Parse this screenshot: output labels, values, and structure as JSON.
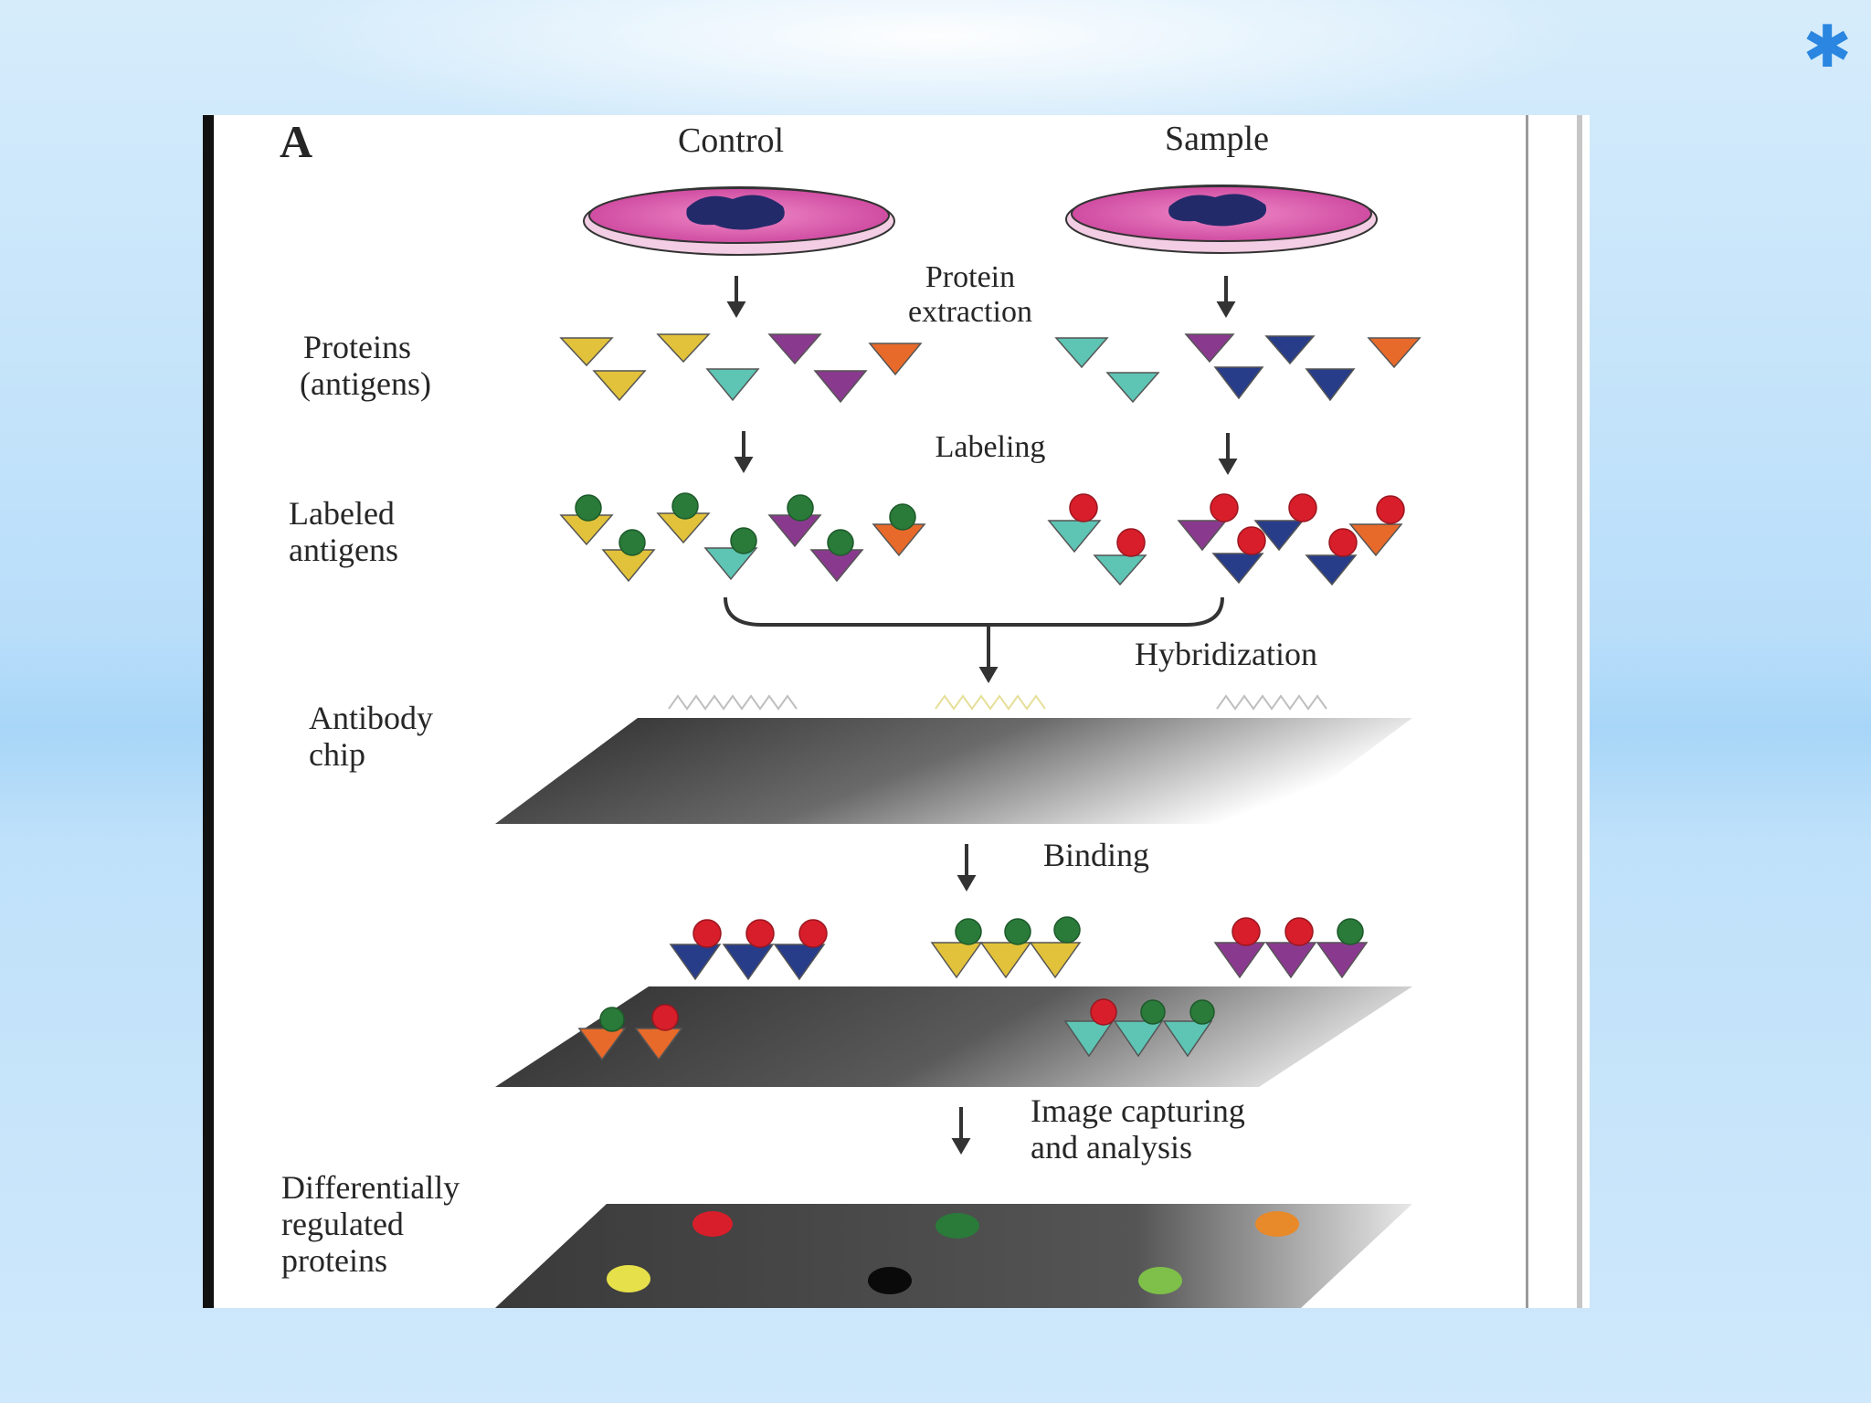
{
  "decor": {
    "corner_icon": "asterisk-icon",
    "corner_glyph": "✱",
    "accent": "#2a86e0"
  },
  "diagram": {
    "panel_letter": "A",
    "columns": {
      "control": "Control",
      "sample": "Sample"
    },
    "steps": {
      "extraction": [
        "Protein",
        "extraction"
      ],
      "labeling": "Labeling",
      "hybridization": "Hybridization",
      "binding": "Binding",
      "imaging": [
        "Image capturing",
        "and analysis"
      ]
    },
    "stages": {
      "proteins": [
        "Proteins",
        "(antigens)"
      ],
      "labeled": [
        "Labeled",
        "antigens"
      ],
      "chip": [
        "Antibody",
        "chip"
      ],
      "result": [
        "Differentially",
        "regulated",
        "proteins"
      ]
    },
    "colors": {
      "yellow": "#e2c23a",
      "teal": "#5ec4b4",
      "purple": "#8a3a8e",
      "orange": "#e86a2a",
      "navy": "#283d8a",
      "red_label": "#d81e2a",
      "green_label": "#2a7a3a",
      "dish": "#e268b6"
    }
  }
}
